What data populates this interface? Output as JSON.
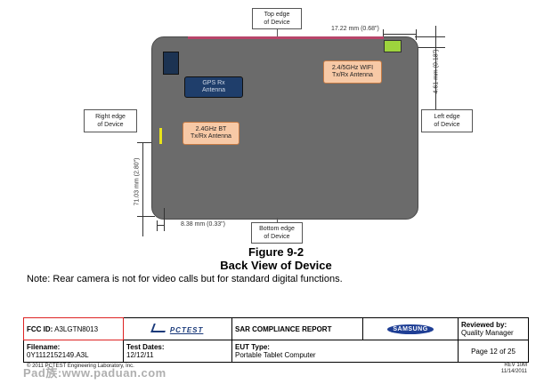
{
  "callouts": {
    "top_edge": "Top edge\nof Device",
    "right_edge": "Right edge\nof Device",
    "left_edge": "Left edge\nof Device",
    "bottom_edge": "Bottom edge\nof Device"
  },
  "dimensions": {
    "top_width": "17.22 mm (0.68\")",
    "top_height": "4.61 mm (0.18\")",
    "side_height": "71.03 mm (2.80\")",
    "bottom_width": "8.38 mm (0.33\")"
  },
  "antennas": {
    "gps": "GPS Rx\nAntenna",
    "wifi": "2.4/5GHz WIFI\nTx/Rx Antenna",
    "bt": "2.4GHz BT\nTx/Rx Antenna"
  },
  "colors": {
    "gps": "#1f3e6b",
    "wifi_label_bg": "#f7c9a6",
    "wifi_block": "#9ed33d",
    "bt_bar": "#e8e31a",
    "gps_camera": "#1c3352",
    "top_strip": "#b8456a"
  },
  "figure": {
    "number": "Figure 9-2",
    "title": "Back View of Device"
  },
  "note": "Note: Rear camera is not for video calls but for standard digital functions.",
  "footer": {
    "fcc_id_label": "FCC ID:",
    "fcc_id_value": "A3LGTN8013",
    "logo_text": "PCTEST",
    "report_title": "SAR COMPLIANCE REPORT",
    "samsung": "SAMSUNG",
    "reviewed_label": "Reviewed by:",
    "reviewed_value": "Quality Manager",
    "filename_label": "Filename:",
    "filename_value": "0Y1112152149.A3L",
    "test_dates_label": "Test Dates:",
    "test_dates_value": "12/12/11",
    "eut_type_label": "EUT Type:",
    "eut_type_value": "Portable Tablet Computer",
    "page_label": "Page 12 of 25",
    "copyright": "© 2011 PCTEST Engineering Laboratory, Inc.",
    "rev": "REV 10M",
    "rev_date": "11/14/2011"
  },
  "watermark": "Pad族:www.paduan.com"
}
